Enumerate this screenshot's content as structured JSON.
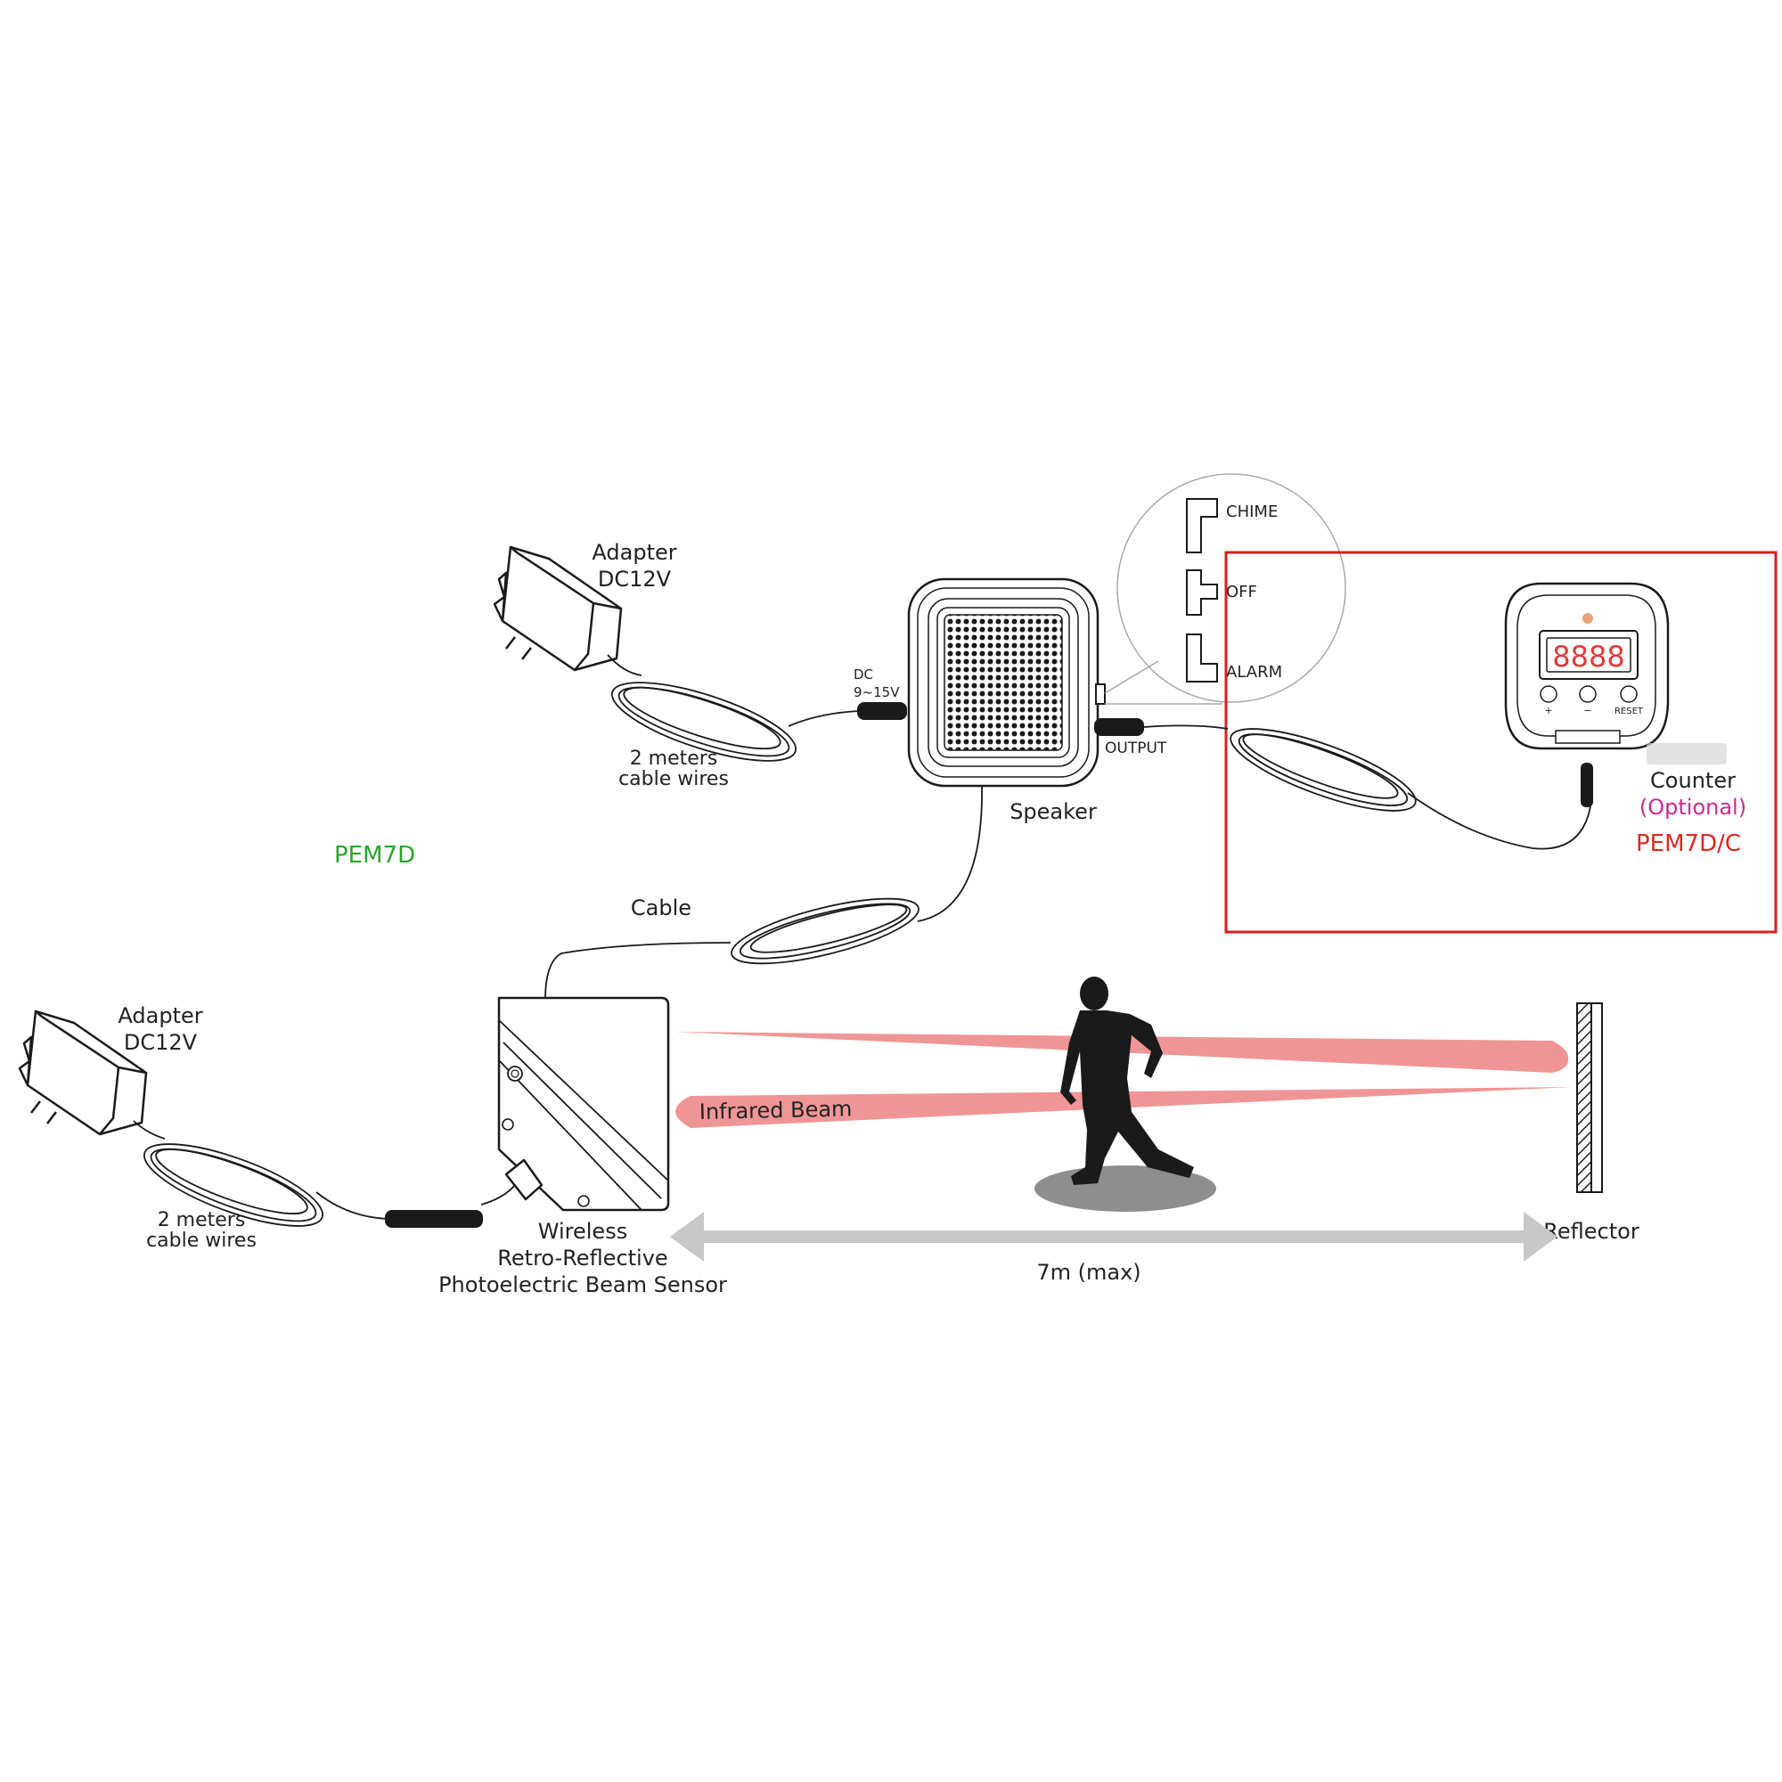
{
  "labels": {
    "adapter_top": [
      "Adapter",
      "DC12V"
    ],
    "adapter_bottom": [
      "Adapter",
      "DC12V"
    ],
    "cable_wires_top": [
      "2 meters",
      "cable wires"
    ],
    "cable_wires_bottom": [
      "2 meters",
      "cable wires"
    ],
    "dc_input": [
      "DC",
      "9~15V"
    ],
    "output": "OUTPUT",
    "speaker": "Speaker",
    "cable": "Cable",
    "model": "PEM7D",
    "switch_chime": "CHIME",
    "switch_off": "OFF",
    "switch_alarm": "ALARM",
    "counter_title": "Counter",
    "counter_optional": "(Optional)",
    "counter_model": "PEM7D/C",
    "counter_display": "8888",
    "counter_btn_plus": "+",
    "counter_btn_minus": "−",
    "counter_btn_reset": "RESET",
    "sensor_label": [
      "Wireless",
      "Retro-Reflective",
      "Photoelectric Beam Sensor"
    ],
    "infrared_beam": "Infrared Beam",
    "reflector": "Reflector",
    "distance": "7m (max)"
  },
  "colors": {
    "model_text": "#2aa52a",
    "counter_model": "#e0261f",
    "optional_text": "#cc2a8c",
    "highlight_box": "#d61f1f",
    "beam": "#ef8a8a",
    "line": "#1a1a1a",
    "arrow": "#c8c8c8",
    "shadow": "#8e8e8e",
    "display_digits": "#e53a3a"
  },
  "icons": [
    "adapter-icon",
    "speaker-icon",
    "sensor-icon",
    "counter-icon",
    "reflector-icon",
    "person-icon",
    "switch-icon"
  ]
}
